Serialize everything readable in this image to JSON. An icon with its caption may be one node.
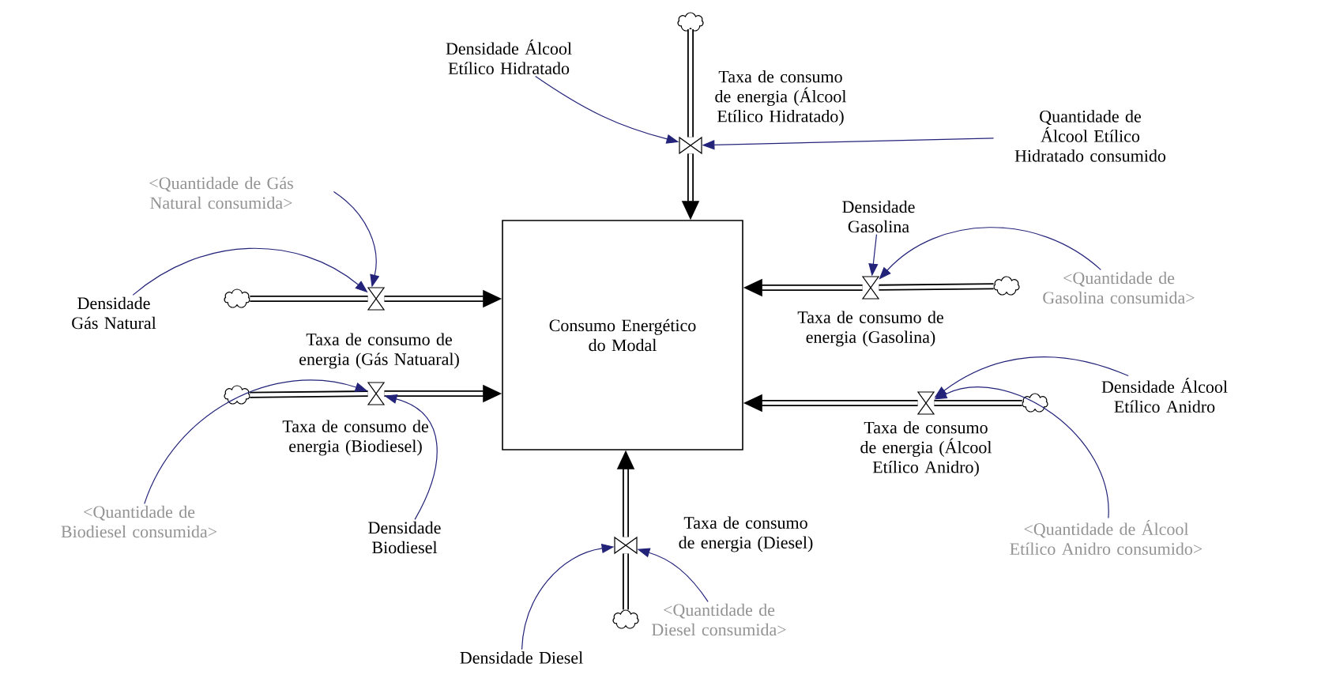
{
  "diagram": {
    "nodes": [
      {
        "text": [
          "Consumo Energético do Modal"
        ]
      },
      {
        "text": [],
        "shape": "cloud"
      },
      {
        "text": [],
        "shape": "valve",
        "beside": [
          "Taxa de consumo de energia (Álcool Etílico Hidratado)"
        ]
      },
      {
        "text": [
          "Densidade Álcool Etílico Hidratado"
        ]
      },
      {
        "text": [
          "Quantidade de Álcool Etílico Hidratado consumido"
        ]
      },
      {
        "text": [
          "<Quantidade de Gás Natural consumida>"
        ]
      },
      {
        "text": [
          "Densidade Gás Natural"
        ]
      },
      {
        "text": [],
        "shape": "cloud"
      },
      {
        "text": [],
        "shape": "valve",
        "beside": [
          "Taxa de consumo de energia (Gás Natuaral)"
        ]
      },
      {
        "text": [],
        "shape": "cloud"
      },
      {
        "text": [],
        "shape": "valve",
        "beside": [
          "Taxa de consumo de energia (Biodiesel)"
        ]
      },
      {
        "text": [
          "Densidade Gasolina"
        ]
      },
      {
        "text": [],
        "shape": "valve",
        "beside": [
          "Taxa de consumo de energia (Gasolina)"
        ]
      },
      {
        "text": [],
        "shape": "cloud"
      },
      {
        "text": [
          "Densidade Álcool Etílico Anidro"
        ]
      },
      {
        "text": [],
        "shape": "valve",
        "beside": [
          "Taxa de consumo de energia (Álcool Etílico Anidro)"
        ]
      },
      {
        "text": [],
        "shape": "cloud"
      },
      {
        "text": [
          "<Quantidade de Gasolina consumida>"
        ]
      },
      {
        "text": [
          "<Quantidade de Biodiesel consumida>"
        ]
      },
      {
        "text": [
          "Densidade Biodiesel"
        ]
      },
      {
        "text": [],
        "shape": "valve",
        "beside": [
          "Taxa de consumo de energia (Diesel)"
        ]
      },
      {
        "text": [],
        "shape": "cloud"
      },
      {
        "text": [
          "<Quantidade de Álcool Etílico Anidro consumido>"
        ]
      },
      {
        "text": [
          "Densidade Diesel"
        ]
      },
      {
        "text": [
          "<Quantidade de Diesel consumida>"
        ]
      }
    ],
    "edges": [
      {
        "from": 1,
        "to": 2,
        "arrow": "none",
        "style": "thick"
      },
      {
        "from": 2,
        "to": 0,
        "arrow": "to",
        "style": "thick"
      },
      {
        "from": 7,
        "to": 8,
        "arrow": "none",
        "style": "thick"
      },
      {
        "from": 8,
        "to": 0,
        "arrow": "to",
        "style": "thick"
      },
      {
        "from": 9,
        "to": 10,
        "arrow": "none",
        "style": "thick"
      },
      {
        "from": 10,
        "to": 0,
        "arrow": "to",
        "style": "thick"
      },
      {
        "from": 13,
        "to": 12,
        "arrow": "none",
        "style": "thick"
      },
      {
        "from": 12,
        "to": 0,
        "arrow": "to",
        "style": "thick"
      },
      {
        "from": 16,
        "to": 15,
        "arrow": "none",
        "style": "thick"
      },
      {
        "from": 15,
        "to": 0,
        "arrow": "to",
        "style": "thick"
      },
      {
        "from": 21,
        "to": 20,
        "arrow": "none",
        "style": "thick"
      },
      {
        "from": 20,
        "to": 0,
        "arrow": "to",
        "style": "thick"
      },
      {
        "from": 3,
        "to": 2,
        "arrow": "to",
        "color": "#23237a"
      },
      {
        "from": 4,
        "to": 2,
        "arrow": "to",
        "color": "#23237a"
      },
      {
        "from": 5,
        "to": 8,
        "arrow": "to",
        "color": "#23237a"
      },
      {
        "from": 6,
        "to": 8,
        "arrow": "to",
        "color": "#23237a"
      },
      {
        "from": 11,
        "to": 12,
        "arrow": "to",
        "color": "#23237a"
      },
      {
        "from": 17,
        "to": 12,
        "arrow": "to",
        "color": "#23237a"
      },
      {
        "from": 14,
        "to": 15,
        "arrow": "to",
        "color": "#23237a"
      },
      {
        "from": 22,
        "to": 15,
        "arrow": "to",
        "color": "#23237a"
      },
      {
        "from": 18,
        "to": 10,
        "arrow": "to",
        "color": "#23237a"
      },
      {
        "from": 19,
        "to": 10,
        "arrow": "to",
        "color": "#23237a"
      },
      {
        "from": 23,
        "to": 20,
        "arrow": "to",
        "color": "#23237a"
      },
      {
        "from": 24,
        "to": 20,
        "arrow": "to",
        "color": "#23237a"
      }
    ]
  }
}
